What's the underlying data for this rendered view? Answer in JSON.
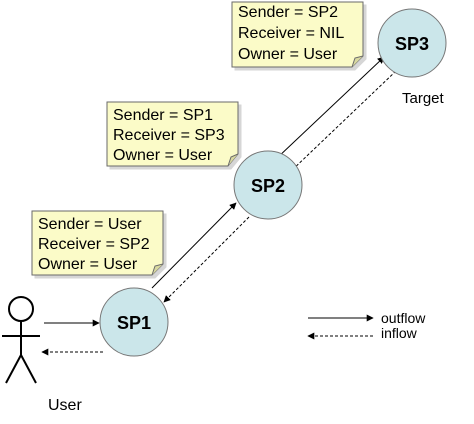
{
  "nodes": [
    {
      "key": "sp1",
      "label": "SP1"
    },
    {
      "key": "sp2",
      "label": "SP2"
    },
    {
      "key": "sp3",
      "label": "SP3"
    }
  ],
  "node_fill": "#cbe6ea",
  "note_fill": "#fbfbc8",
  "user": {
    "label": "User"
  },
  "target": {
    "label": "Target"
  },
  "notes": [
    {
      "key": "sp3",
      "lines": [
        "Sender = SP2",
        "Receiver = NIL",
        "Owner = User"
      ]
    },
    {
      "key": "sp2",
      "lines": [
        "Sender = SP1",
        "Receiver = SP3",
        "Owner = User"
      ]
    },
    {
      "key": "sp1",
      "lines": [
        "Sender = User",
        "Receiver = SP2",
        "Owner = User"
      ]
    }
  ],
  "legend": {
    "outflow": "outflow",
    "inflow": "inflow"
  }
}
